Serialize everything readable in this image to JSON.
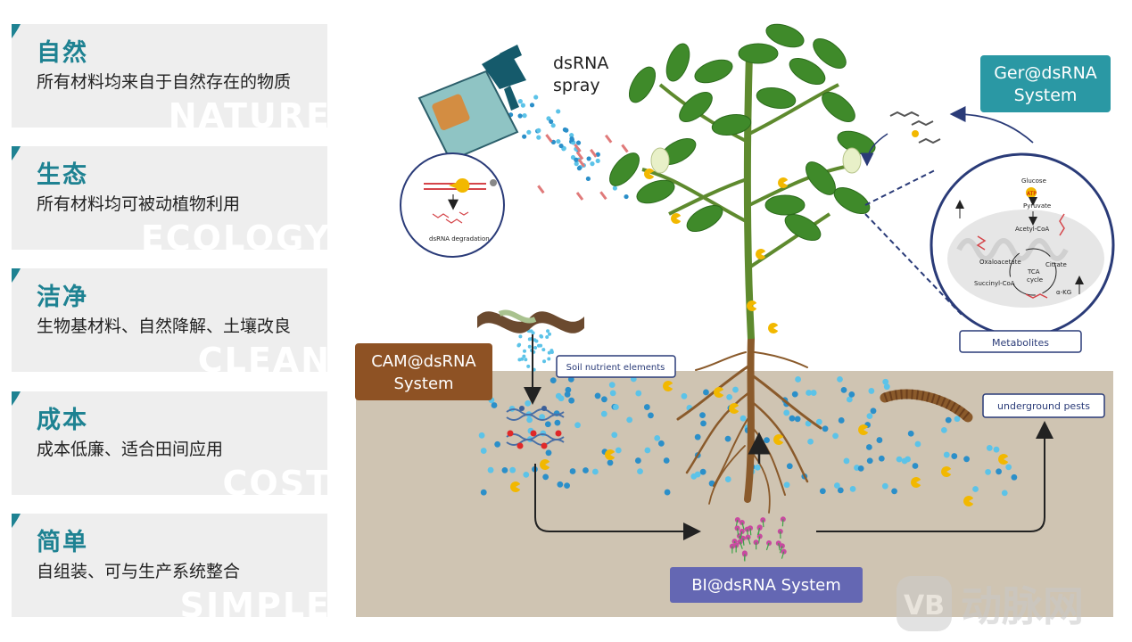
{
  "features": [
    {
      "title": "自然",
      "desc": "所有材料均来自于自然存在的物质",
      "bg": "NATURE"
    },
    {
      "title": "生态",
      "desc": "所有材料均可被动植物利用",
      "bg": "ECOLOGY"
    },
    {
      "title": "洁净",
      "desc": "生物基材料、自然降解、土壤改良",
      "bg": "CLEAN"
    },
    {
      "title": "成本",
      "desc": "成本低廉、适合田间应用",
      "bg": "COST"
    },
    {
      "title": "简单",
      "desc": "自组装、可与生产系统整合",
      "bg": "SIMPLE"
    }
  ],
  "diagram": {
    "spray_label_1": "dsRNA",
    "spray_label_2": "spray",
    "degradation_label": "dsRNA degradation",
    "ger_label_1": "Ger@dsRNA",
    "ger_label_2": "System",
    "cam_label_1": "CAM@dsRNA",
    "cam_label_2": "System",
    "soil_nutrient": "Soil nutrient elements",
    "underground_pests": "underground pests",
    "bi_label": "BI@dsRNA System",
    "metabolites": "Metabolites",
    "pathway": {
      "glucose": "Glucose",
      "atp": "ATP",
      "pyruvate": "Pyruvate",
      "acetyl": "Acetyl-CoA",
      "oxaloacetate": "Oxaloacetate",
      "citrate": "Citrate",
      "tca1": "TCA",
      "tca2": "cycle",
      "succinyl": "Succinyl-CoA",
      "akg": "α-KG"
    }
  },
  "watermark": {
    "logo": "VB",
    "text": "动脉网"
  },
  "colors": {
    "accent": "#1e8292",
    "ger_box": "#2a98a4",
    "cam_box": "#8e5224",
    "bi_box": "#6467b3",
    "soil": "#cfc4b2",
    "dot_dark": "#2b8fc9",
    "dot_light": "#5cc3e8"
  }
}
